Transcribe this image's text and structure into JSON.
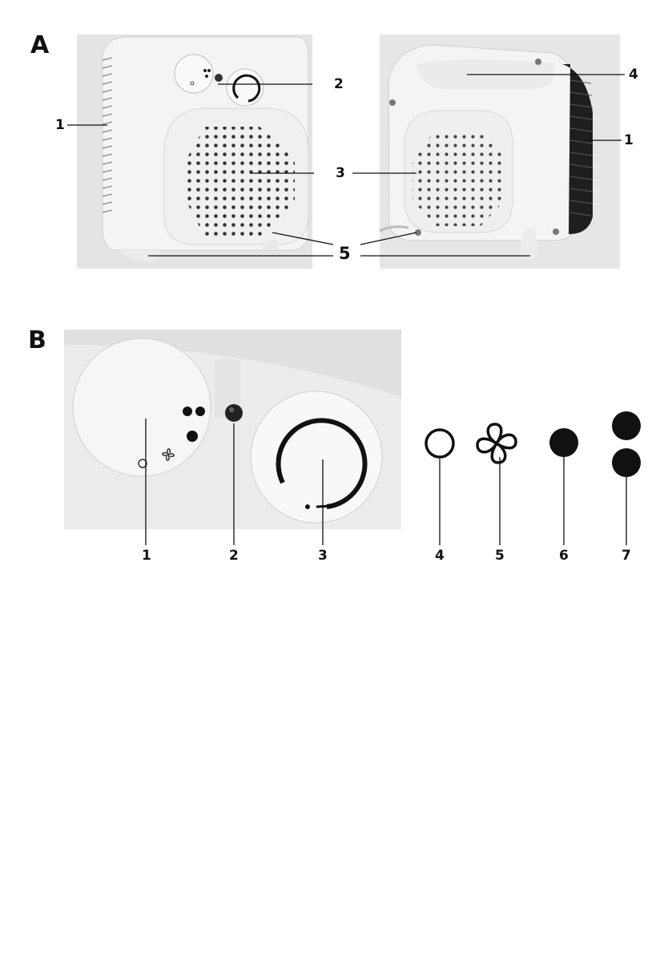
{
  "section_a": {
    "letter": "A",
    "callouts": {
      "c1_left": "1",
      "c2": "2",
      "c3": "3",
      "c4": "4",
      "c1_right": "1",
      "c5": "5"
    }
  },
  "section_b": {
    "letter": "B",
    "callouts": {
      "c1": "1",
      "c2": "2",
      "c3": "3",
      "c4": "4",
      "c5": "5",
      "c6": "6",
      "c7": "7"
    }
  },
  "colors": {
    "photo_bg": "#e2e2e2",
    "device_body": "#f3f3f3",
    "ink": "#111111"
  }
}
